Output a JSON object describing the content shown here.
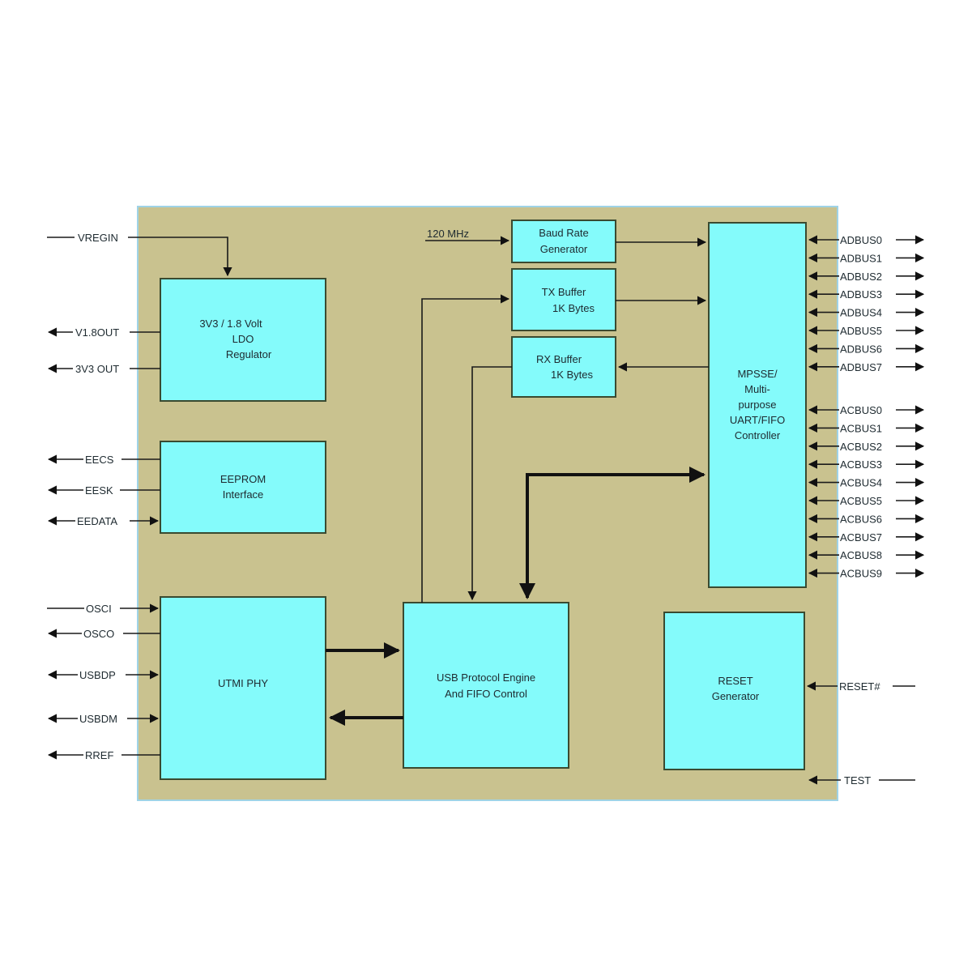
{
  "blocks": {
    "ldo": [
      "3V3  / 1.8 Volt",
      "LDO",
      "Regulator"
    ],
    "eeprom": [
      "EEPROM",
      "Interface"
    ],
    "utmi": [
      "UTMI PHY"
    ],
    "usb": [
      "USB Protocol Engine",
      "And FIFO Control"
    ],
    "baud": [
      "Baud Rate",
      "Generator"
    ],
    "tx": [
      "TX Buffer",
      "1K Bytes"
    ],
    "rx": [
      "RX Buffer",
      "1K Bytes"
    ],
    "mpsse": [
      "MPSSE/",
      "Multi-",
      "purpose",
      "UART/FIFO",
      "Controller"
    ],
    "reset": [
      "RESET",
      "Generator"
    ]
  },
  "signals": {
    "clock": "120 MHz",
    "vregin": "VREGIN",
    "v18out": "V1.8OUT",
    "v33out": "3V3 OUT",
    "eecs": "EECS",
    "eesk": "EESK",
    "eedata": "EEDATA",
    "osci": "OSCI",
    "osco": "OSCO",
    "usbdp": "USBDP",
    "usbdm": "USBDM",
    "rref": "RREF",
    "reset": "RESET#",
    "test": "TEST"
  },
  "adbus": [
    "ADBUS0",
    "ADBUS1",
    "ADBUS2",
    "ADBUS3",
    "ADBUS4",
    "ADBUS5",
    "ADBUS6",
    "ADBUS7"
  ],
  "acbus": [
    "ACBUS0",
    "ACBUS1",
    "ACBUS2",
    "ACBUS3",
    "ACBUS4",
    "ACBUS5",
    "ACBUS6",
    "ACBUS7",
    "ACBUS8",
    "ACBUS9"
  ],
  "colors": {
    "chip": "#c9c28f",
    "block": "#84fbfb",
    "border": "#9fd3e6"
  }
}
